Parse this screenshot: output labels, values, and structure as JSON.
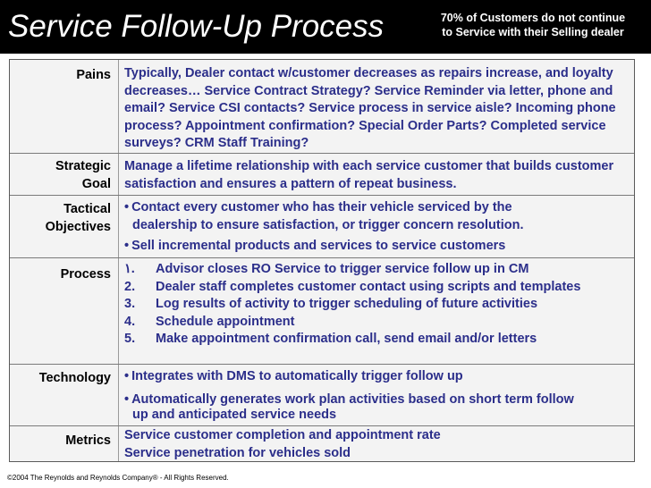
{
  "header": {
    "title": "Service Follow-Up Process",
    "note_line1": "70% of Customers do not continue",
    "note_line2": "to Service with their Selling dealer"
  },
  "rows": {
    "pains": {
      "label": "Pains",
      "text": "Typically, Dealer contact w/customer decreases as repairs increase, and loyalty decreases… Service Contract Strategy? Service Reminder via letter, phone and email? Service CSI contacts? Service process in service aisle? Incoming phone process? Appointment confirmation? Special Order Parts? Completed service surveys? CRM Staff Training?"
    },
    "strategic_goal": {
      "label_line1": "Strategic",
      "label_line2": "Goal",
      "text": "Manage a lifetime relationship with each service customer that builds customer satisfaction and ensures a pattern of repeat business."
    },
    "tactical_objectives": {
      "label_line1": "Tactical",
      "label_line2": "Objectives",
      "bullet1_line1": "Contact every customer who has their vehicle serviced by the",
      "bullet1_line2": "dealership to ensure satisfaction, or trigger concern resolution.",
      "bullet2": "Sell incremental products and services to service customers"
    },
    "process": {
      "label": "Process",
      "steps": [
        {
          "num": "١.",
          "text": "Advisor closes RO Service to trigger service follow up in CM"
        },
        {
          "num": "2.",
          "text": "Dealer staff completes customer contact using scripts and templates"
        },
        {
          "num": "3.",
          "text": "Log results of activity to trigger scheduling of future activities"
        },
        {
          "num": "4.",
          "text": "Schedule appointment"
        },
        {
          "num": "5.",
          "text": "Make appointment confirmation call, send email and/or letters"
        }
      ]
    },
    "technology": {
      "label": "Technology",
      "bullet1": "Integrates with DMS to automatically trigger follow up",
      "bullet2_line1": "Automatically generates work plan activities based on short term follow",
      "bullet2_line2": "up and anticipated service needs"
    },
    "metrics": {
      "label": "Metrics",
      "line1": "Service customer completion and appointment rate",
      "line2": "Service penetration for vehicles sold"
    }
  },
  "footer": {
    "copyright": "©2004 The Reynolds and Reynolds Company® - All Rights Reserved."
  },
  "colors": {
    "header_bg": "#000000",
    "body_text": "#2b2e8a",
    "table_bg": "#f3f3f3"
  }
}
